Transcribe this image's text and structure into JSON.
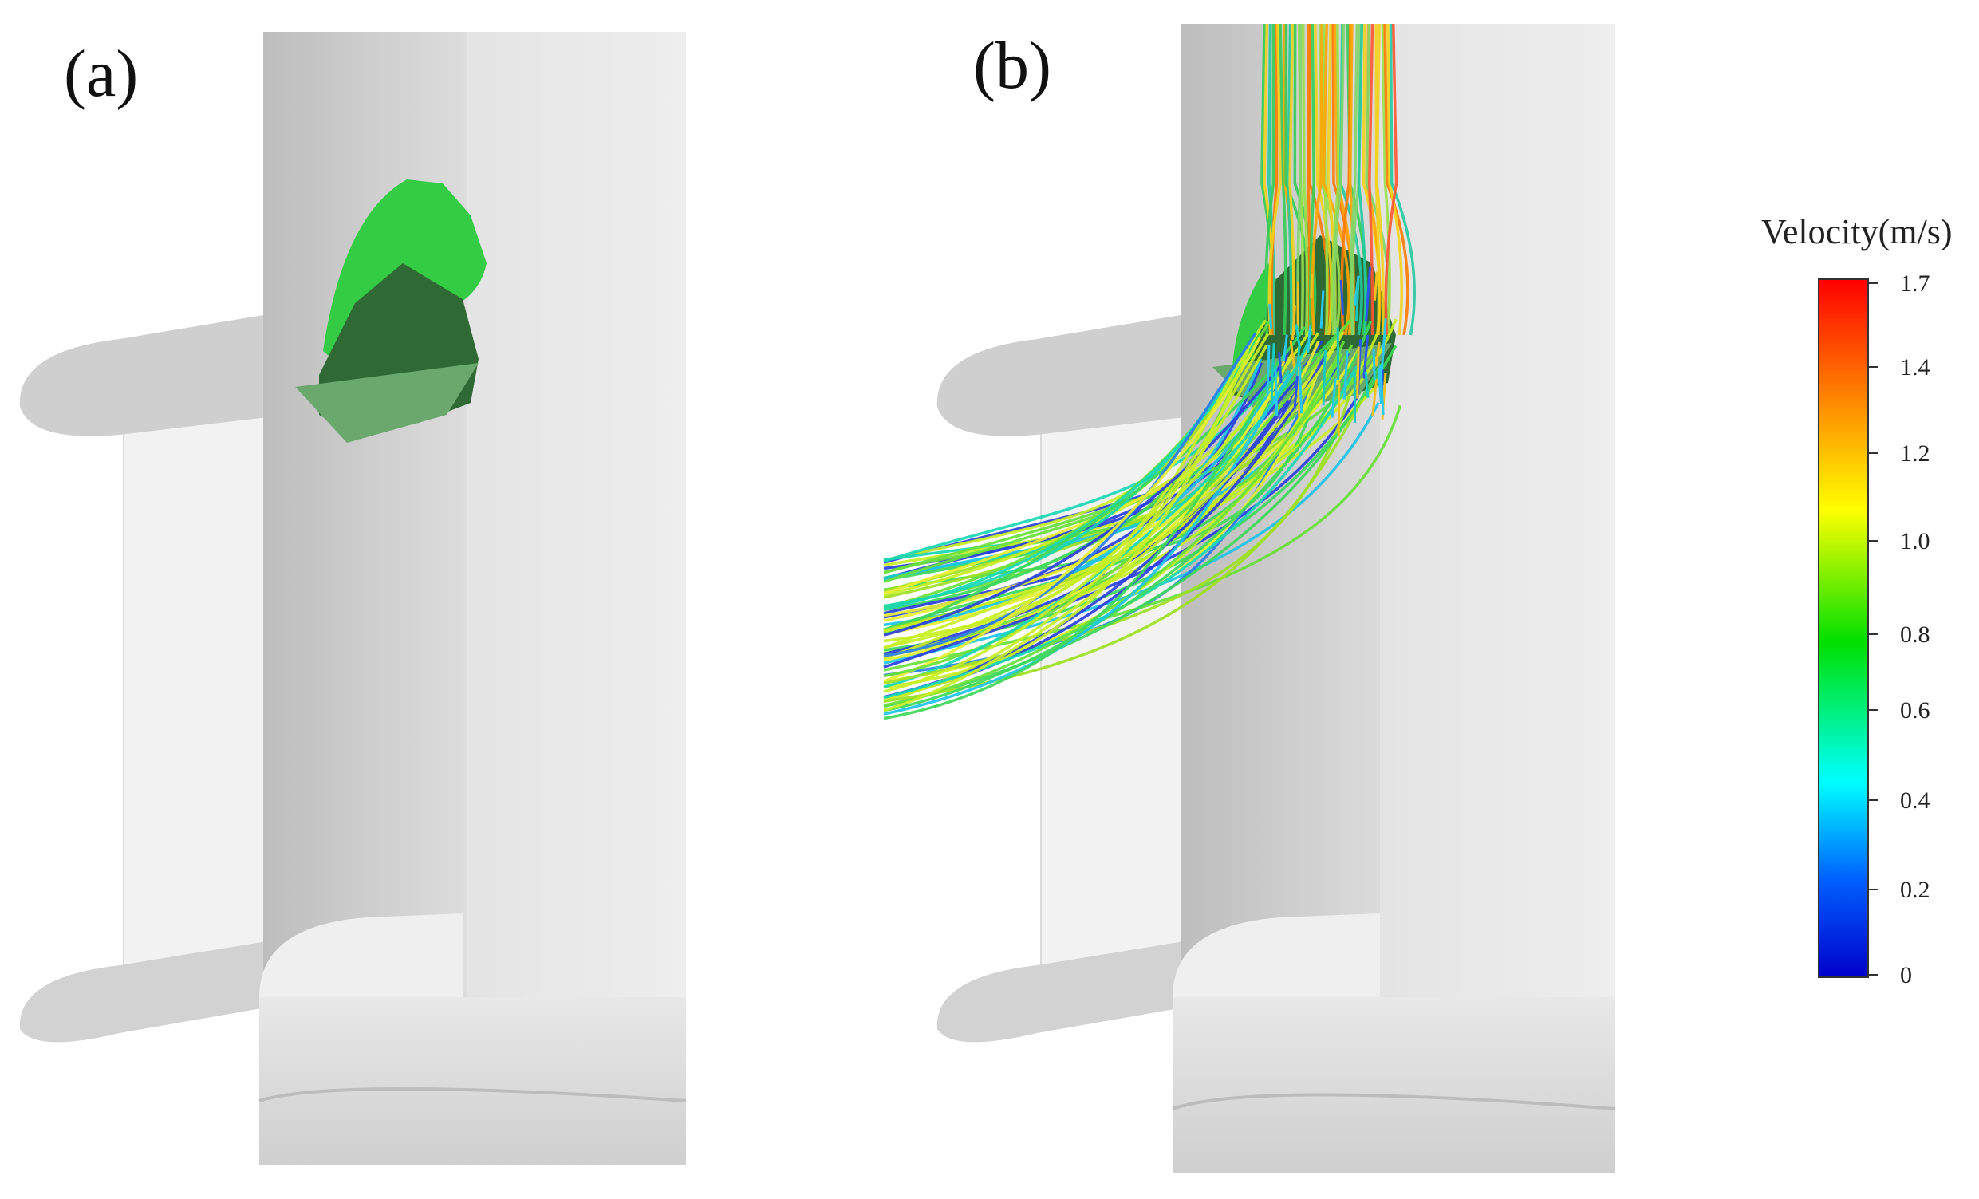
{
  "panels": [
    {
      "label": "(a)"
    },
    {
      "label": "(b)"
    }
  ],
  "colorbar": {
    "title": "Velocity(m/s)",
    "ticks": [
      "1.7",
      "1.4",
      "1.2",
      "1.0",
      "0.8",
      "0.6",
      "0.4",
      "0.2",
      "0"
    ],
    "colors": [
      "#ff0000",
      "#ff8c00",
      "#ffff00",
      "#00e000",
      "#00ffff",
      "#0060ff",
      "#0000cc"
    ]
  },
  "colors": {
    "impeller_light": "#33cc44",
    "impeller_dark": "#2f6a34",
    "geometry": "#e6e6e6"
  }
}
